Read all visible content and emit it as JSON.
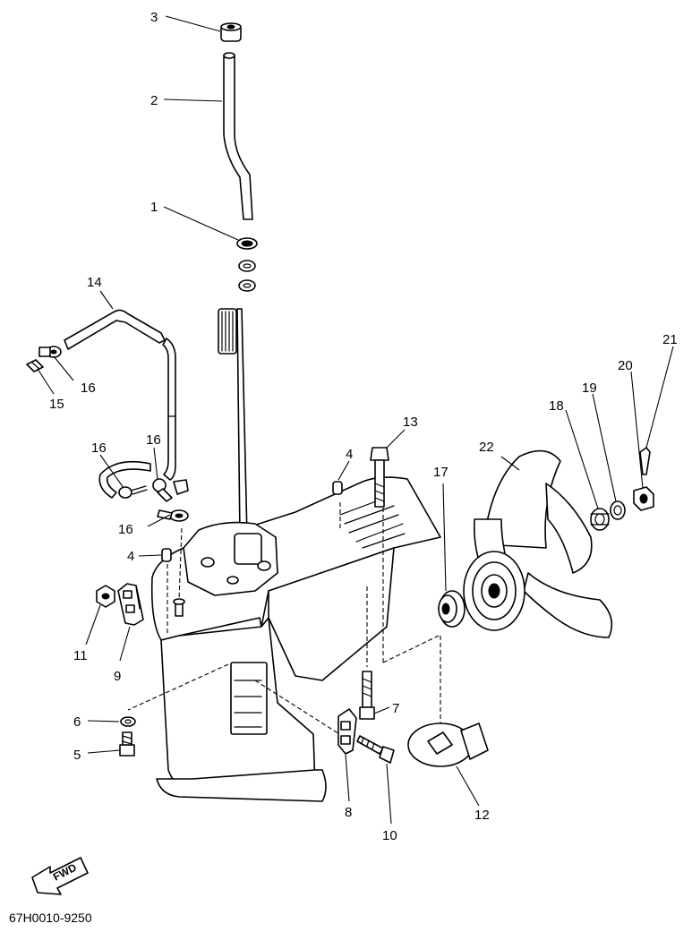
{
  "diagram_code": "67H0010-9250",
  "fwd_label": "FWD",
  "callouts": {
    "c1": "1",
    "c2": "2",
    "c3": "3",
    "c4a": "4",
    "c4b": "4",
    "c5": "5",
    "c6": "6",
    "c7": "7",
    "c8": "8",
    "c9": "9",
    "c10": "10",
    "c11": "11",
    "c12": "12",
    "c13": "13",
    "c14": "14",
    "c15": "15",
    "c16a": "16",
    "c16b": "16",
    "c16c": "16",
    "c16d": "16",
    "c17": "17",
    "c18": "18",
    "c19": "19",
    "c20": "20",
    "c21": "21",
    "c22": "22"
  }
}
